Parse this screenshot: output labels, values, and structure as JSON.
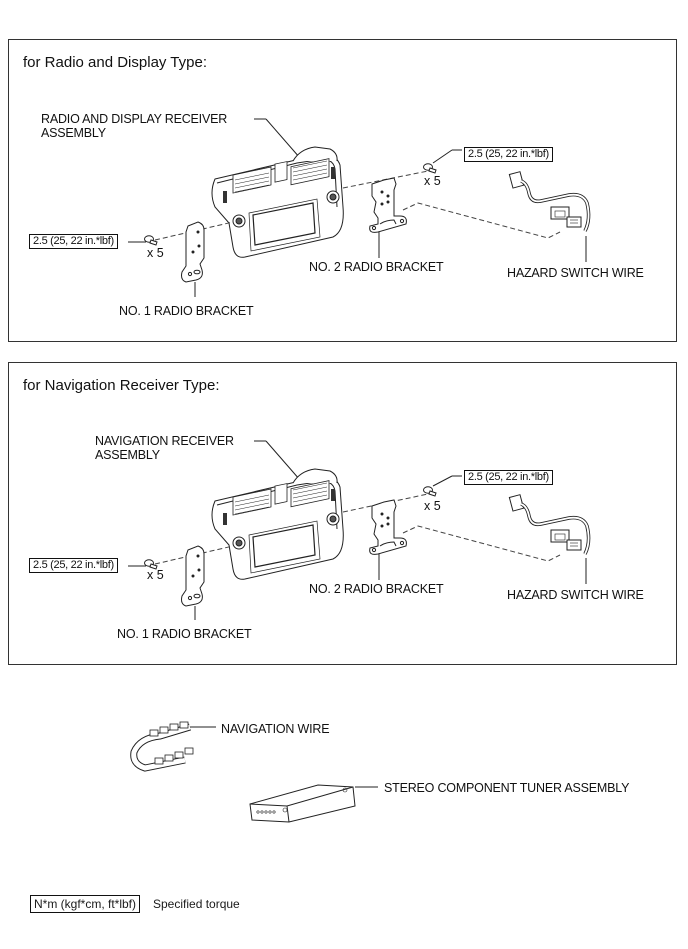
{
  "panels": [
    {
      "title": "for Radio and Display Type:",
      "receiver_label": "RADIO AND DISPLAY RECEIVER\nASSEMBLY",
      "receiver_label_line1": "RADIO AND DISPLAY RECEIVER",
      "receiver_label_line2": "ASSEMBLY",
      "bracket1_label": "NO. 1 RADIO BRACKET",
      "bracket2_label": "NO. 2 RADIO BRACKET",
      "hazard_label": "HAZARD SWITCH WIRE",
      "torque_left": "2.5 (25, 22 in.*lbf)",
      "torque_right": "2.5 (25, 22 in.*lbf)",
      "qty_left": "x 5",
      "qty_right": "x 5"
    },
    {
      "title": "for Navigation Receiver Type:",
      "receiver_label_line1": "NAVIGATION RECEIVER",
      "receiver_label_line2": "ASSEMBLY",
      "bracket1_label": "NO. 1 RADIO BRACKET",
      "bracket2_label": "NO. 2 RADIO BRACKET",
      "hazard_label": "HAZARD SWITCH WIRE",
      "torque_left": "2.5 (25, 22 in.*lbf)",
      "torque_right": "2.5 (25, 22 in.*lbf)",
      "qty_left": "x 5",
      "qty_right": "x 5"
    }
  ],
  "extra_parts": {
    "navigation_wire": "NAVIGATION WIRE",
    "stereo_tuner": "STEREO COMPONENT TUNER ASSEMBLY"
  },
  "legend": {
    "unit": "N*m (kgf*cm, ft*lbf)",
    "meaning": "Specified torque"
  },
  "icons": {
    "receiver": "radio-receiver-illustration",
    "bracket1": "bracket-illustration",
    "bracket2": "bracket-illustration",
    "bolt": "bolt-icon",
    "hazard_wire": "wire-harness-illustration",
    "nav_wire": "wire-harness-illustration",
    "tuner": "tuner-box-illustration"
  }
}
